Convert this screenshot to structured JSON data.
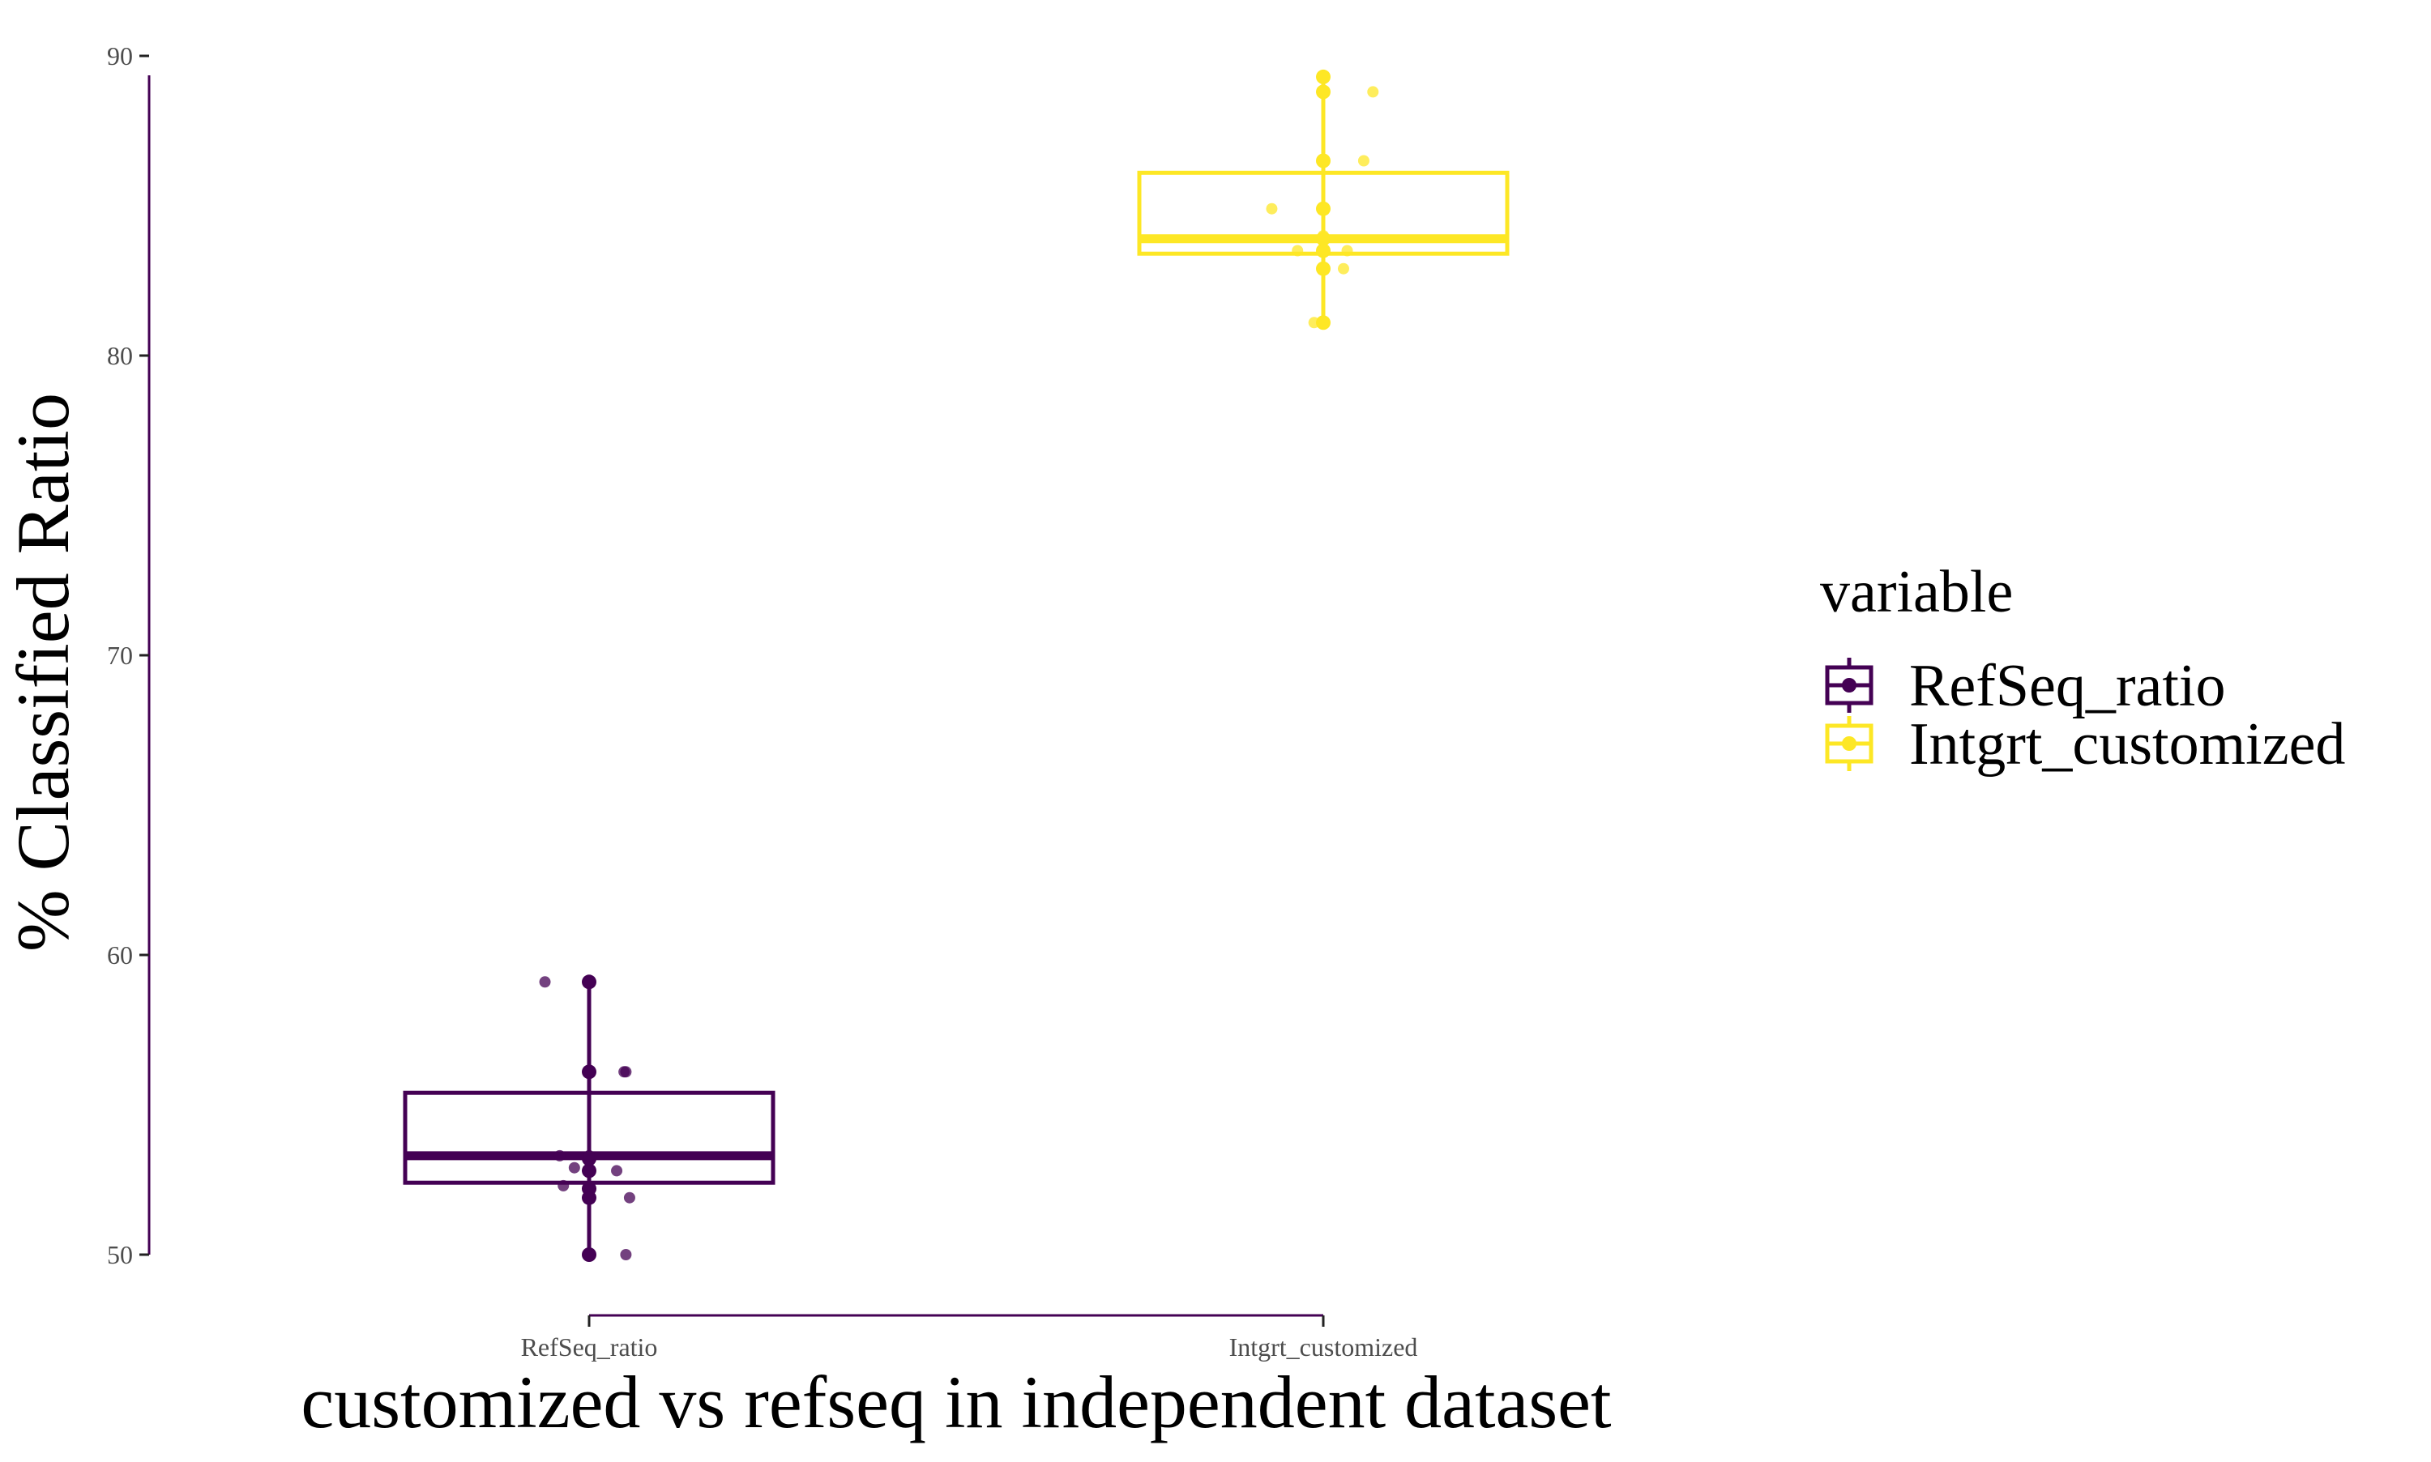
{
  "chart_data": {
    "type": "box",
    "title": "",
    "xlabel": "customized vs refseq in independent dataset",
    "ylabel": "% Classified Ratio",
    "ylim": [
      50,
      90
    ],
    "yticks": [
      50,
      60,
      70,
      80,
      90
    ],
    "categories": [
      "RefSeq_ratio",
      "Intgrt_customized"
    ],
    "legend": {
      "title": "variable",
      "position": "right",
      "entries": [
        "RefSeq_ratio",
        "Intgrt_customized"
      ]
    },
    "colors": {
      "RefSeq_ratio": "#440154",
      "Intgrt_customized": "#FDE725",
      "axis": "#4d4d4d"
    },
    "series": [
      {
        "category": "RefSeq_ratio",
        "box": {
          "min": 50.0,
          "q1": 52.4,
          "median": 53.3,
          "q3": 55.4,
          "max": 59.1
        },
        "box_points": [
          50.0,
          51.9,
          52.2,
          52.8,
          53.2,
          56.1,
          59.1
        ],
        "points": [
          {
            "jitter": -0.24,
            "value": 59.1
          },
          {
            "jitter": 0.0,
            "value": 59.1
          },
          {
            "jitter": 0.0,
            "value": 56.1
          },
          {
            "jitter": 0.19,
            "value": 56.1
          },
          {
            "jitter": 0.2,
            "value": 56.1
          },
          {
            "jitter": -0.16,
            "value": 53.3
          },
          {
            "jitter": 0.0,
            "value": 53.3
          },
          {
            "jitter": -0.08,
            "value": 52.9
          },
          {
            "jitter": 0.0,
            "value": 52.8
          },
          {
            "jitter": 0.15,
            "value": 52.8
          },
          {
            "jitter": -0.14,
            "value": 52.3
          },
          {
            "jitter": 0.0,
            "value": 52.2
          },
          {
            "jitter": 0.0,
            "value": 51.9
          },
          {
            "jitter": 0.22,
            "value": 51.9
          },
          {
            "jitter": 0.0,
            "value": 50.0
          },
          {
            "jitter": 0.2,
            "value": 50.0
          }
        ]
      },
      {
        "category": "Intgrt_customized",
        "box": {
          "min": 81.1,
          "q1": 83.4,
          "median": 83.9,
          "q3": 86.1,
          "max": 89.3
        },
        "box_points": [
          81.1,
          82.9,
          83.5,
          83.9,
          84.9,
          86.5,
          88.8,
          89.3
        ],
        "points": [
          {
            "jitter": 0.0,
            "value": 89.3
          },
          {
            "jitter": 0.0,
            "value": 88.8
          },
          {
            "jitter": 0.27,
            "value": 88.8
          },
          {
            "jitter": 0.0,
            "value": 86.5
          },
          {
            "jitter": 0.22,
            "value": 86.5
          },
          {
            "jitter": -0.28,
            "value": 84.9
          },
          {
            "jitter": 0.0,
            "value": 84.9
          },
          {
            "jitter": 0.0,
            "value": 84.0
          },
          {
            "jitter": -0.14,
            "value": 83.5
          },
          {
            "jitter": 0.0,
            "value": 83.5
          },
          {
            "jitter": 0.13,
            "value": 83.5
          },
          {
            "jitter": 0.0,
            "value": 82.9
          },
          {
            "jitter": 0.11,
            "value": 82.9
          },
          {
            "jitter": -0.05,
            "value": 81.1
          },
          {
            "jitter": 0.0,
            "value": 81.1
          }
        ]
      }
    ]
  }
}
